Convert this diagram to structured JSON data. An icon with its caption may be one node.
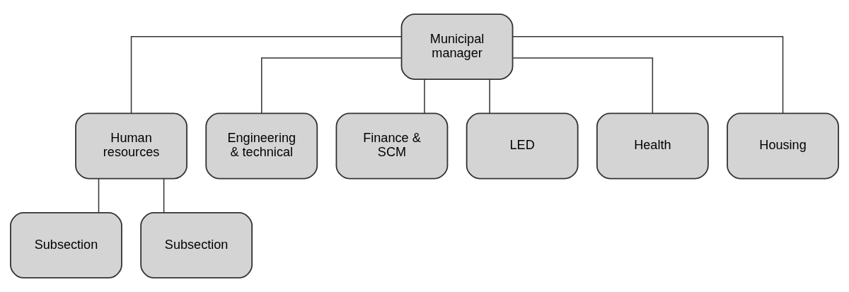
{
  "diagram": {
    "nodes": [
      {
        "text": [
          "Municipal manager"
        ]
      },
      {
        "text": [
          "Human resources"
        ]
      },
      {
        "text": [
          "Engineering & technical"
        ]
      },
      {
        "text": [
          "Finance & SCM"
        ]
      },
      {
        "text": [
          "LED"
        ]
      },
      {
        "text": [
          "Health"
        ]
      },
      {
        "text": [
          "Housing"
        ]
      },
      {
        "text": [
          "Subsection"
        ]
      },
      {
        "text": [
          "Subsection"
        ]
      }
    ],
    "edges": [
      {
        "from": 0,
        "to": 1,
        "arrow": "none"
      },
      {
        "from": 0,
        "to": 2,
        "arrow": "none"
      },
      {
        "from": 0,
        "to": 3,
        "arrow": "none"
      },
      {
        "from": 0,
        "to": 4,
        "arrow": "none"
      },
      {
        "from": 0,
        "to": 5,
        "arrow": "none"
      },
      {
        "from": 0,
        "to": 6,
        "arrow": "none"
      },
      {
        "from": 1,
        "to": 7,
        "arrow": "none"
      },
      {
        "from": 1,
        "to": 8,
        "arrow": "none"
      }
    ]
  }
}
